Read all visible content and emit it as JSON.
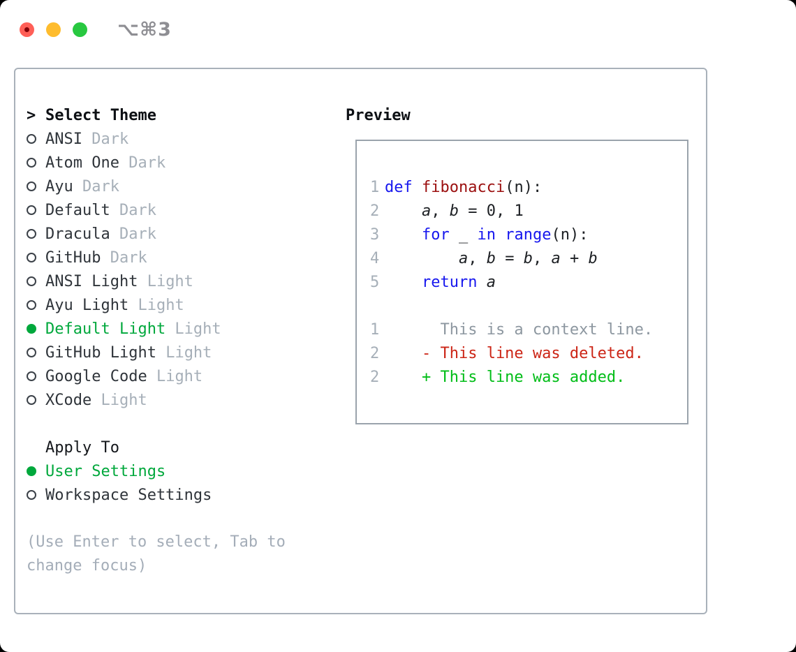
{
  "window": {
    "shortcut_label": "⌥⌘3"
  },
  "colors": {
    "ui_green": "#00a83c",
    "diff_added_green": "#00bd17",
    "diff_deleted_red": "#cc2516",
    "keyword_blue": "#1717ee",
    "function_red": "#9b0f0f",
    "muted_gray": "#a6afb8",
    "traffic_red": "#ff5f57",
    "traffic_yellow": "#febc2e",
    "traffic_green": "#28c840"
  },
  "theme_selector": {
    "cursor": ">",
    "title": "Select Theme",
    "items": [
      {
        "name": "ANSI",
        "variant": "Dark",
        "selected": false
      },
      {
        "name": "Atom One",
        "variant": "Dark",
        "selected": false
      },
      {
        "name": "Ayu",
        "variant": "Dark",
        "selected": false
      },
      {
        "name": "Default",
        "variant": "Dark",
        "selected": false
      },
      {
        "name": "Dracula",
        "variant": "Dark",
        "selected": false
      },
      {
        "name": "GitHub",
        "variant": "Dark",
        "selected": false
      },
      {
        "name": "ANSI Light",
        "variant": "Light",
        "selected": false
      },
      {
        "name": "Ayu Light",
        "variant": "Light",
        "selected": false
      },
      {
        "name": "Default Light",
        "variant": "Light",
        "selected": true
      },
      {
        "name": "GitHub Light",
        "variant": "Light",
        "selected": false
      },
      {
        "name": "Google Code",
        "variant": "Light",
        "selected": false
      },
      {
        "name": "XCode",
        "variant": "Light",
        "selected": false
      }
    ]
  },
  "apply_to": {
    "title": "Apply To",
    "options": [
      {
        "label": "User Settings",
        "selected": true
      },
      {
        "label": "Workspace Settings",
        "selected": false
      }
    ]
  },
  "hint": {
    "lines": [
      "(Use Enter to select, Tab to",
      "change focus)"
    ]
  },
  "preview": {
    "title": "Preview",
    "code_lines": [
      {
        "num": "1",
        "segments": [
          {
            "text": "def ",
            "style": "keyword"
          },
          {
            "text": "fibonacci",
            "style": "function"
          },
          {
            "text": "(n):",
            "style": "plain"
          }
        ]
      },
      {
        "num": "2",
        "segments": [
          {
            "text": "    ",
            "style": "plain"
          },
          {
            "text": "a",
            "style": "variable"
          },
          {
            "text": ", ",
            "style": "plain"
          },
          {
            "text": "b",
            "style": "variable"
          },
          {
            "text": " = 0, 1",
            "style": "plain"
          }
        ]
      },
      {
        "num": "3",
        "segments": [
          {
            "text": "    ",
            "style": "plain"
          },
          {
            "text": "for",
            "style": "keyword"
          },
          {
            "text": " _ ",
            "style": "plain"
          },
          {
            "text": "in",
            "style": "keyword"
          },
          {
            "text": " ",
            "style": "plain"
          },
          {
            "text": "range",
            "style": "keyword"
          },
          {
            "text": "(n):",
            "style": "plain"
          }
        ]
      },
      {
        "num": "4",
        "segments": [
          {
            "text": "        ",
            "style": "plain"
          },
          {
            "text": "a",
            "style": "variable"
          },
          {
            "text": ", ",
            "style": "plain"
          },
          {
            "text": "b",
            "style": "variable"
          },
          {
            "text": " = ",
            "style": "plain"
          },
          {
            "text": "b",
            "style": "variable"
          },
          {
            "text": ", ",
            "style": "plain"
          },
          {
            "text": "a",
            "style": "variable"
          },
          {
            "text": " + ",
            "style": "plain"
          },
          {
            "text": "b",
            "style": "variable"
          }
        ]
      },
      {
        "num": "5",
        "segments": [
          {
            "text": "    ",
            "style": "plain"
          },
          {
            "text": "return",
            "style": "keyword"
          },
          {
            "text": " ",
            "style": "plain"
          },
          {
            "text": "a",
            "style": "variable"
          }
        ]
      }
    ],
    "diff_lines": [
      {
        "num": "1",
        "content": "      This is a context line.",
        "kind": "context"
      },
      {
        "num": "2",
        "content": "    - This line was deleted.",
        "kind": "deleted"
      },
      {
        "num": "2",
        "content": "    + This line was added.",
        "kind": "added"
      }
    ]
  }
}
